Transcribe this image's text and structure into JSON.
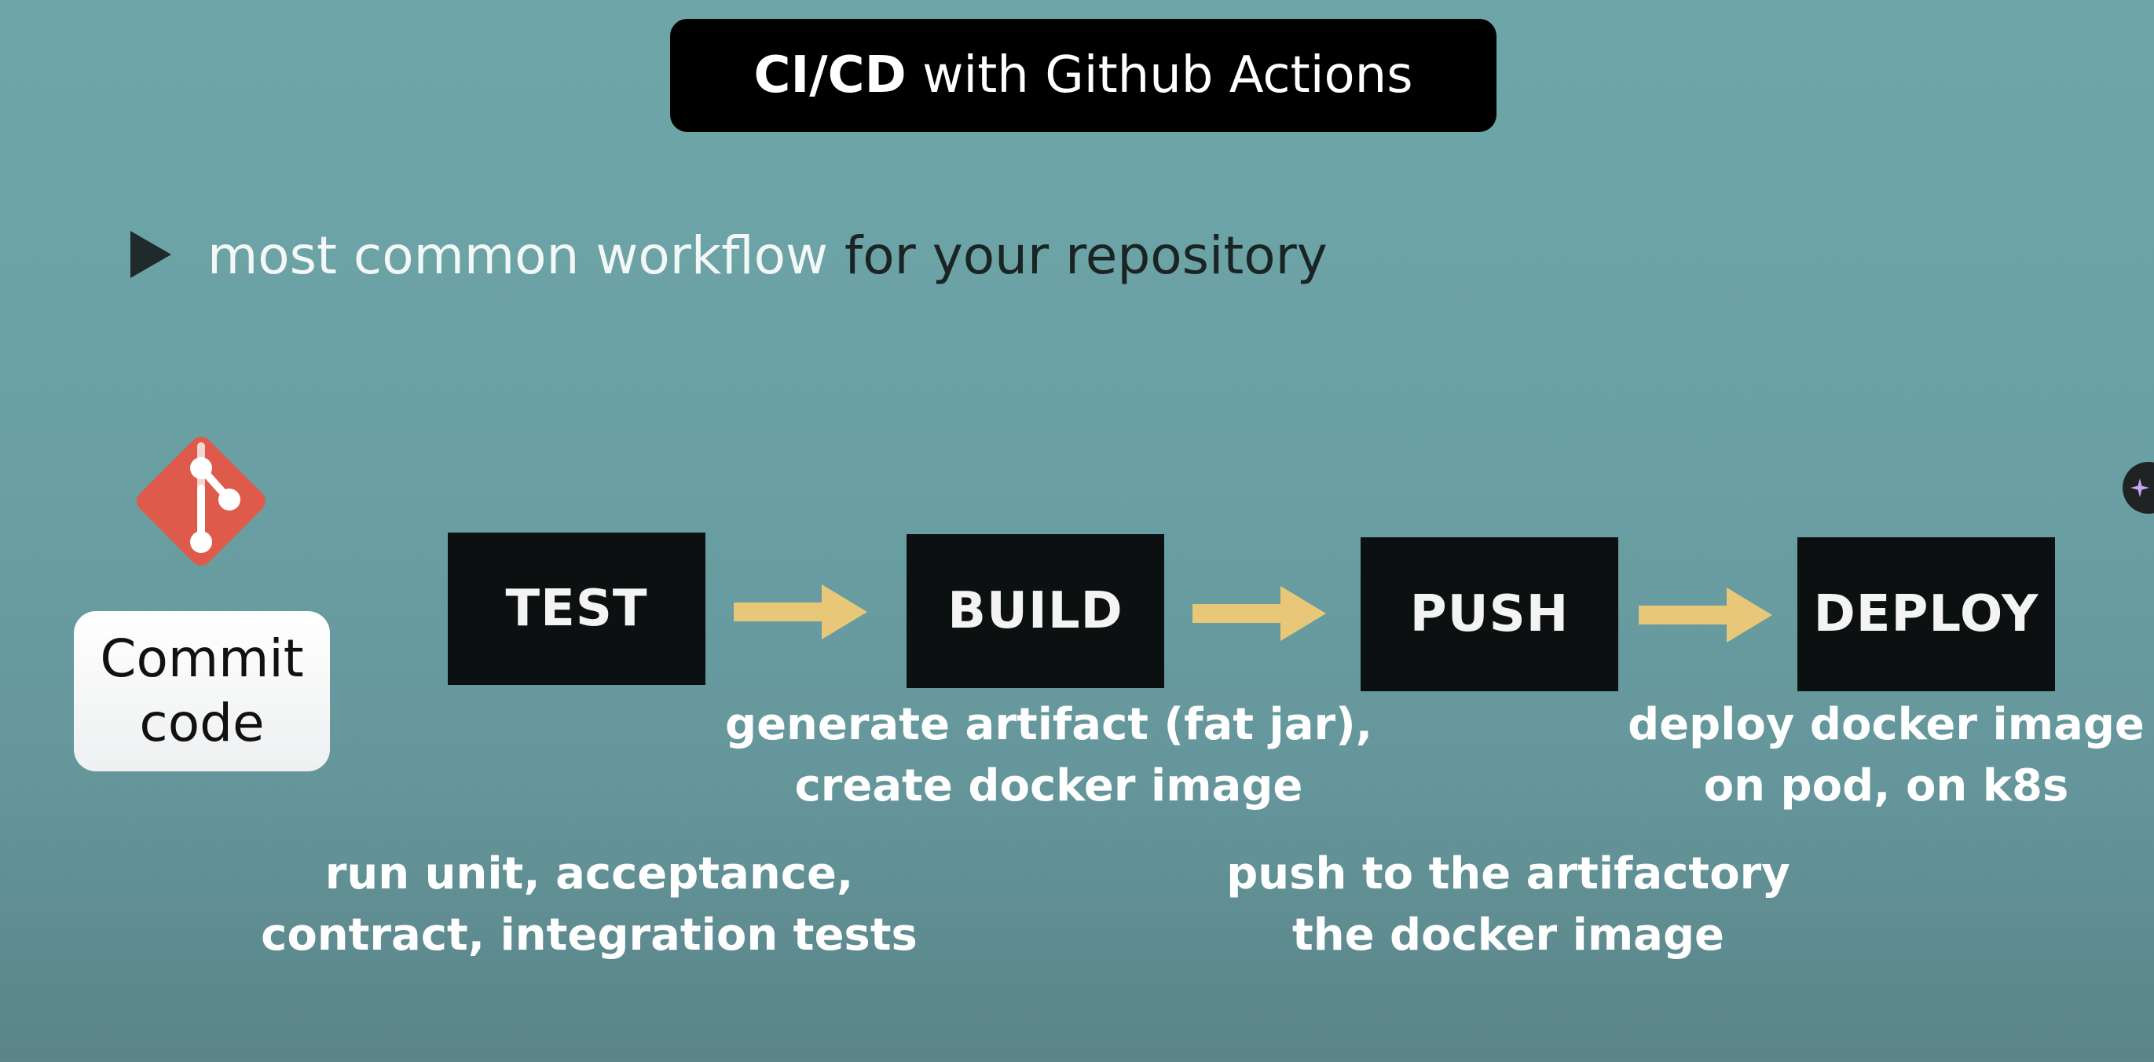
{
  "title": {
    "bold_part": "CI/CD",
    "rest": " with Github Actions"
  },
  "bullet": {
    "highlight": "most common workflow",
    "rest": " for your repository"
  },
  "commit": {
    "line1": "Commit",
    "line2": "code"
  },
  "stages": {
    "test": "TEST",
    "build": "BUILD",
    "push": "PUSH",
    "deploy": "DEPLOY"
  },
  "descriptions": {
    "test": {
      "line1": "run unit, acceptance,",
      "line2": "contract, integration tests"
    },
    "build": {
      "line1": "generate artifact (fat jar),",
      "line2": "create docker image"
    },
    "push": {
      "line1": "push to the artifactory",
      "line2": "the docker image"
    },
    "deploy": {
      "line1": "deploy docker image",
      "line2": "on pod, on k8s"
    }
  },
  "icons": {
    "bullet": "play-triangle-icon",
    "git": "git-logo-icon",
    "arrow": "right-arrow-icon",
    "assist": "sparkle-icon"
  },
  "colors": {
    "background": "#6ea6a8",
    "stage_box": "#0c1011",
    "arrow": "#e8c878",
    "git_logo": "#de5a4a"
  }
}
